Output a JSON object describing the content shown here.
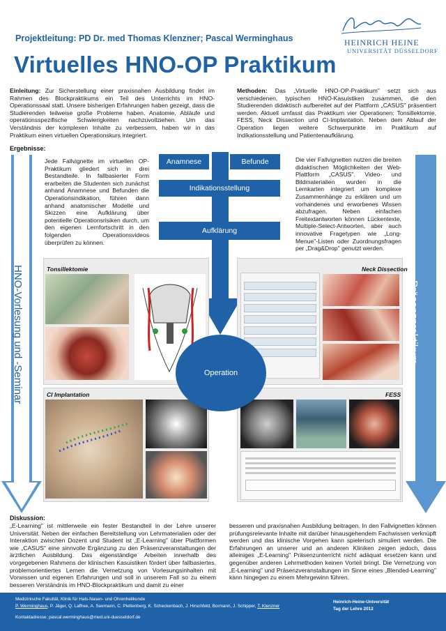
{
  "header": {
    "project_lead": "Projektleitung: PD Dr. med Thomas Klenzner; Pascal Werminghaus",
    "title": "Virtuelles HNO-OP Praktikum",
    "logo_line1": "HEINRICH HEINE",
    "logo_line2": "UNIVERSITÄT DÜSSELDORF"
  },
  "einleitung": {
    "heading": "Einleitung:",
    "text": "Zur Sicherstellung einer praxisnahen Ausbildung findet im Rahmen des Blockpraktikums ein Teil des Unterrichts im HNO-Operationssaal statt. Unsere bisherigen Erfahrungen haben gezeigt, dass die Studierenden teilweise große Probleme haben, Anatomie, Abläufe und operationsspezifische Schwierigkeiten nachzuvollziehen. Um das Verständnis der komplexen Inhalte zu verbessern, haben wir in das Praktikum einen virtuellen Operationskurs integriert."
  },
  "methoden": {
    "heading": "Methoden:",
    "text": "Das „Virtuelle HNO-OP-Praktikum\" setzt sich aus verschiedenen, typischen HNO-Kasuistiken zusammen, die den Studierenden didaktisch aufbereitet auf der Plattform „CASUS\" präsentiert werden. Aktuell umfasst das Praktikum vier Operationen: Tonsillektomie, FESS, Neck Dissection und CI-Implantation. Neben dem Ablauf der Operation liegen weitere Schwerpunkte im Praktikum auf Indikationsstellung und Patientenaufklärung."
  },
  "ergebnisse": {
    "heading": "Ergebnisse:",
    "left_text": "Jede Fallvignette im virtuellen OP-Praktikum gliedert sich in drei Bestandteile. In fallbasierter Form erarbeiten die Studenten sich zunächst anhand Anamnese und Befunden die Operationsindikation, führen dann anhand anatomischer Modelle und Skizzen eine Aufklärung über potentielle Operationsrisiken durch, um den eigenen Lernfortschritt in den folgenden Operationsvideos überprüfen zu können.",
    "right_text": "Die vier Fallvignetten nutzen die breiten didaktischen Möglichkeiten der Web-Plattform „CASUS\". Video- und Bildmaterialien wurden in die Lernkarten integriert um komplexe Zusammenhänge zu erklären und um vorhandenes und erworbenes Wissen abzufragen. Neben einfachen Freitextantworten können Lückentexte, Multiple-Select-Antworten, aber auch innovative Fragetypen wie „Long-Menue\"-Listen oder Zuordnungsfragen per „Drag&Drop\" genutzt werden."
  },
  "flow": {
    "anamnese": "Anamnese",
    "befunde": "Befunde",
    "indikation": "Indikationsstellung",
    "aufklaerung": "Aufklärung",
    "operation": "Operation"
  },
  "side_labels": {
    "left": "HNO-Vorlesung und -Seminar",
    "right": "Präsenzpraktikum"
  },
  "panels": {
    "tonsillektomie": "Tonsillektomie",
    "neck_dissection": "Neck Dissection",
    "ci_implantation": "CI Implantation",
    "fess": "FESS"
  },
  "diskussion": {
    "heading": "Diskussion:",
    "left_text": "„E-Learning\" ist mittlerweile ein fester Bestandteil in der Lehre unserer Universität. Neben der einfachen Bereitstellung von Lehrmaterialien oder der Interaktion zwischen Dozent und Student ist „E-Learning\" über Plattformen wie „CASUS\" eine sinnvolle Ergänzung zu den Präsenzveranstaltungen der ärztlichen Ausbildung. Das eigenständige Arbeiten innerhalb des vorgegebenen Rahmens der klinischen Kasuistiken fördert über fallbasiertes, problemorientiertes Lernen die Vernetzung von Vorlesungsinhalten mit Vorwissen und eigenen Erfahrungen und soll in unserem Fall so zu einem besseren Verständnis im HNO-Blockpraktikum und damit zu einer",
    "right_text": "besseren und praxisnahen Ausbildung beitragen. In den Fallvignetten können prüfungsrelevante Inhalte mit darüber hinausgehendem Fachwissen verknüpft werden und das klinische Vorgehen kann spielerisch simuliert werden. Die Erfahrungen an unserer und an anderen Kliniken zeigen jedoch, dass alleiniges „E-Learning\" Präsenzunterricht nicht adäquat ersetzen kann und gegenüber anderen Lehrmethoden keinen Vorteil bringt. Die Vernetzung von „E-Learning\" und Präsenzveranstaltungen im Sinne eines „Blended-Learning\" kann hingegen zu einem Mehrgewinn führen."
  },
  "footer": {
    "faculty": "Medizinische Fakultät, Klinik für Hals-Nasen- und Ohrenheilkunde",
    "author_first": "P. Werminghaus",
    "authors_middle": ", P. Jäger, Q. Laffree, A. Seemann, C. Plettenberg, K. Scheckenbach, J. Hirschfeld, Bormann, J. Schipper, ",
    "author_last": "T. Klenzner",
    "contact": "Kontaktadresse: pascal.werminghaus@med.uni-duesseldorf.de",
    "uni": "Heinrich-Heine-Universität",
    "event": "Tag der Lehre 2012"
  },
  "colors": {
    "brand_blue": "#1f62a8",
    "arrow_blue": "#5b96d1"
  }
}
